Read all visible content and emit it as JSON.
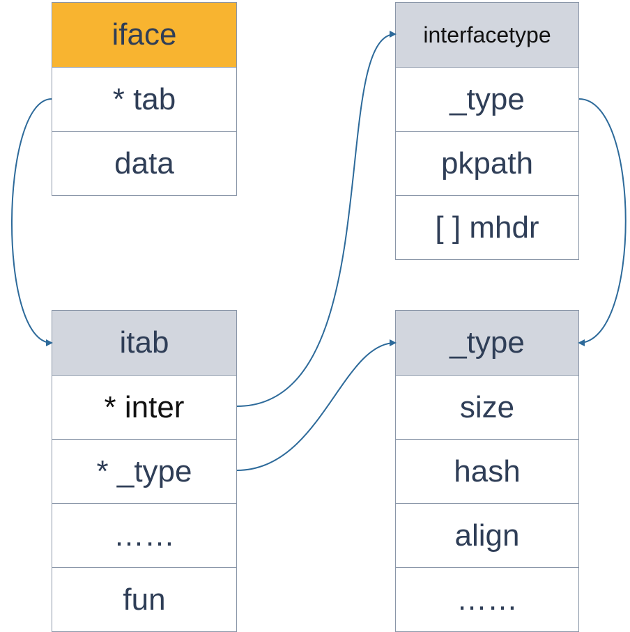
{
  "iface": {
    "title": "iface",
    "fields": [
      "* tab",
      "data"
    ]
  },
  "interfacetype": {
    "title": "interfacetype",
    "fields": [
      "_type",
      "pkpath",
      "[ ] mhdr"
    ]
  },
  "itab": {
    "title": "itab",
    "fields": [
      "* inter",
      "* _type",
      "……",
      "fun"
    ]
  },
  "type": {
    "title": "_type",
    "fields": [
      "size",
      "hash",
      "align",
      "……"
    ]
  },
  "colors": {
    "iface_header": "#f8b430",
    "struct_header": "#d2d6de",
    "border": "#8a96a8",
    "text": "#2f3e57",
    "arrow": "#2d6a9a"
  }
}
